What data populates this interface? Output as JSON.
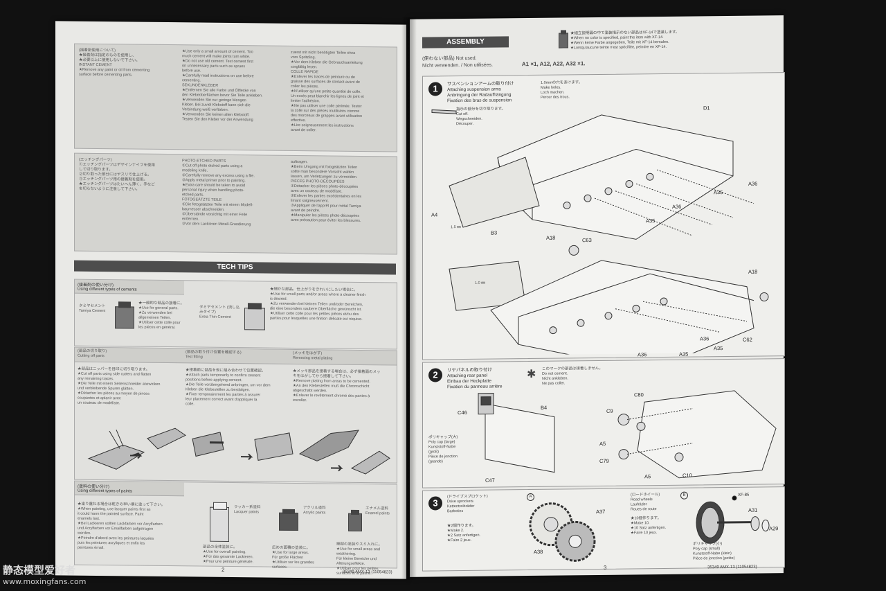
{
  "left_page": {
    "intro_heading": "INSTANT CEMENT",
    "intro_cols": [
      [
        "(接着剤使用について)",
        "★接着剤は指定のものを使用し、",
        "★必要以上に使用しないで下さい。",
        "INSTANT CEMENT",
        "★Remove any paint or oil from cementing",
        "surface before cementing parts."
      ],
      [
        "★Use only a small amount of cement. Too",
        "much cement will make joints turn white.",
        "★Do not use old cement. Test cement first",
        "on unnecessary parts such as sprues",
        "before use.",
        "★Carefully read instructions on use before",
        "cementing.",
        "SEKUNDENKLEBER",
        "★Entfernen Sie alle Farbe und Ölflecke von",
        "den Klebeoberflächen bevor Sie Teile ankleben.",
        "★Verwenden Sie nur geringe Mengen",
        "Kleber. Bei zuviel Klebstoff kann sich die",
        "Verbindung weiß verfärben.",
        "★Verwenden Sie keinen alten Klebstoff.",
        "Testen Sie den Kleber vor der Anwendung"
      ],
      [
        "zuerst mit nicht benötigten Teilen etwa",
        "vom Spritzling.",
        "★Vor dem Kleben die Gebrauchsanleitung",
        "sorgfältig lesen.",
        "COLLE RAPIDE",
        "★Enlever les traces de peinture ou de",
        "graisse des surfaces de contact avant de",
        "coller les pièces.",
        "★N'utiliser qu'une petite quantité de colle.",
        "Un excès peut blanchir les lignes de joint et",
        "limiter l'adhésion.",
        "★Ne pas utiliser une colle périmée. Tester",
        "la colle sur des pièces inutilisées comme",
        "des morceaux de grappes avant utilisation",
        "effective.",
        "★Lire soigneusement les instructions",
        "avant de coller."
      ]
    ],
    "etched_cols": [
      [
        "(エッチングパーツ)",
        "①エッチングパーツはデザインナイフを使用",
        "して切り取ります。",
        "②切り取った部分にはヤスリで仕上げる。",
        "③エッチングパーツ用の接着剤を使用。",
        "★エッチングパーツはたいへん薄く、手など",
        "を切らないように注意して下さい。"
      ],
      [
        "PHOTO-ETCHED PARTS",
        "①Cut off photo etched parts using a",
        "modeling knife.",
        "②Carefully remove any excess using a file.",
        "③Apply metal primer prior to painting.",
        "★Extra care should be taken to avoid",
        "personal injury when handling photo-",
        "etched parts.",
        "FOTOGEÄTZTE TEILE",
        "①Die fotogeätzten Teile mit einem Modell-",
        "baumesser abschneiden.",
        "②Überstände vorsichtig mit einer Feile",
        "entfernen.",
        "③Vor dem Lackieren Metall-Grundierung"
      ],
      [
        "auftragen.",
        "★Beim Umgang mit fotogeätzten Teilen",
        "sollte man besondere Vorsicht walten",
        "lassen, um Verletzungen zu vermeiden.",
        "PIÈCES PHOTO-DÉCOUPÉES",
        "①Détacher les pièces photo-découpées",
        "avec un couteau de modéliste.",
        "②Enlever les parties excédentaires en les",
        "limant soigneusement.",
        "③Appliquer de l'apprêt pour métal Tamiya",
        "avant de peindre.",
        "★Manipuler les pièces photo-découpées",
        "avec précaution pour éviter les blessures."
      ]
    ],
    "tech_tips_title": "TECH TIPS",
    "cements": {
      "title_jp": "(接着剤の使い分け)",
      "title_en": "Using different types of cements",
      "cement1_jp": "タミヤセメント",
      "cement1_en": "Tamiya Cement",
      "cement1_notes": [
        "★一般的な部品の接着に。",
        "★Use for general parts.",
        "★Zu verwenden bei",
        "allgemeinen Teilen.",
        "★Utiliser cette colle pour",
        "les pièces en général."
      ],
      "cement2_jp": "タミヤセメント (流し込みタイプ)",
      "cement2_en": "Extra Thin Cement",
      "cement2_notes": [
        "★細かな部品、仕上がりをきれいにしたい場合に。",
        "★Use for small parts and/or areas where a cleaner finish",
        "is desired.",
        "★Zu verwenden bei kleinen Teilen und/oder Bereichen,",
        "die eine besonders saubere Oberfläche gewünscht ist.",
        "★Utiliser cette colle pour les petites pièces et/ou des",
        "parties pour lesquelles une finition délicate est requise."
      ]
    },
    "tips_row": [
      {
        "jp": "(部品の切り取り)",
        "en": "Cutting off parts"
      },
      {
        "jp": "(部品の取り付け位置を確認する)",
        "en": "Test fitting"
      },
      {
        "jp": "(メッキをはがす)",
        "en": "Removing metal plating"
      }
    ],
    "tips_notes": [
      [
        "★部品はニッパーを目印に切り取ります。",
        "★Cut off parts using side cutters and flatten",
        "any remaining traces.",
        "★Die Teile mit einem Seitenschneider abzwicken",
        "und verbleibende Spuren glätten.",
        "★Détacher les pièces au moyen de pinces",
        "coupantes et aplanir avec",
        "un couteau de modéliste."
      ],
      [
        "★接着前に部品を仮に組み合わせて位置確認。",
        "★Attach parts temporarily to confirm cement",
        "positions before applying cement.",
        "★Die Teile vorübergehend anbringen, um vor dem",
        "Kleben die Klebestellen zu bestätigen.",
        "★Fixer temporairement les parties à assurer",
        "leur placement correct avant d'appliquer la",
        "colle."
      ],
      [
        "★メッキ部品を接着する場合は、必ず接着面のメッ",
        "キをはがしてから接着して下さい。",
        "★Remove plating from areas to be cemented.",
        "★An den Klebestellen muß die Chromschicht",
        "abgeschabt werden.",
        "★Enlever le revêtement chromé des parties à",
        "encoller."
      ]
    ],
    "paints": {
      "title_jp": "(塗料の使い分け)",
      "title_en": "Using different types of paints",
      "lacquer_jp": "ラッカー系塗料",
      "lacquer_en": "Lacquer paints",
      "acrylic_jp": "アクリル塗料",
      "acrylic_en": "Acrylic paints",
      "enamel_jp": "エナメル塗料",
      "enamel_en": "Enamel paints",
      "notes_left": [
        "★塗り重ねる場合は乾きの早い順に塗って下さい。",
        "★When painting, use lacquer paints first as",
        "it could harm the painted surface. Paint",
        "enamels last.",
        "★Bei Lackieren sollten Lackfarben vor Acrylfarben",
        "und Acrylfarben vor Emailfarben aufgetragen",
        "werden.",
        "★Peindre d'abord avec les peintures laquées",
        "puis les peintures acryliques et enfin les",
        "peintures émail."
      ],
      "lacquer_notes": [
        "部品の全体塗装に。",
        "★Use for overall painting.",
        "★Für das gesamte Lackieren.",
        "★Pour une peinture générale."
      ],
      "acrylic_notes": [
        "広めの面積の塗装に。",
        "★Use for large areas.",
        "Für große Flächen",
        "★Utiliser sur les grandes",
        "surfaces."
      ],
      "enamel_notes": [
        "細部の塗装やスミ入れに。",
        "★Use for small areas and",
        "weathering.",
        "Für kleine Bereiche und",
        "Alterungseffekte.",
        "★Utiliser pour les petites",
        "surfaces et la patine."
      ]
    },
    "page_number": "2",
    "footer_code": "35349 AMX-13 (11054823)"
  },
  "right_page": {
    "assembly_title": "ASSEMBLY",
    "paint_note": [
      "★組立説明図の中で塗装指示のない部品はXF-14で塗装します。",
      "★When no color is specified, paint the item with XF-14.",
      "★Wenn keine Farbe angegeben, Teile mit XF-14 bemalen.",
      "★Lorsqu'aucune teinte n'est spécifiée, peindre en XF-14."
    ],
    "not_used_jp": "(使わない部品)",
    "not_used_en": "Not used.",
    "not_used_de": "Nicht verwenden. / Non utilisées.",
    "not_used_parts": "A1 ×1, A12, A22, A32 ×1.",
    "step1": {
      "num": "1",
      "title": [
        "サスペンションアームの取り付け",
        "Attaching suspension arms",
        "Anbringung der Radaufhängung",
        "Fixation des bras de suspension"
      ],
      "hole_note": [
        "1.0mmの穴をあけます。",
        "Make holes.",
        "Loch machen.",
        "Percer des trous."
      ],
      "cutoff_note": [
        "指示の部分を切り取ります。",
        "Cut off.",
        "Wegschneiden.",
        "Découper."
      ],
      "drill_a": "1.5 ㎜",
      "drill_b": "1.0 ㎜",
      "labels": [
        "D1",
        "A36",
        "A35",
        "A36",
        "A4",
        "B3",
        "A18",
        "C63",
        "A35",
        "A18",
        "A36",
        "C62",
        "A35",
        "A36",
        "A35"
      ]
    },
    "step2": {
      "num": "2",
      "title": [
        "リヤパネルの取り付け",
        "Attaching rear panel",
        "Einbau der Heckplatte",
        "Fixation du panneau arrière"
      ],
      "no_cement": [
        "このマークの部品は接着しません。",
        "Do not cement.",
        "Nicht ankleben.",
        "Ne pas coller."
      ],
      "polycap": [
        "ポリキャップ(大)",
        "Poly cap (large)",
        "Kunststoff-Nabe",
        "(groß)",
        "Pièce de jonction",
        "(grande)"
      ],
      "labels": [
        "C46",
        "B4",
        "C9",
        "C80",
        "A5",
        "C79",
        "A5",
        "C10",
        "C47"
      ]
    },
    "step3": {
      "num": "3",
      "title_a": [
        "(ドライブスプロケット)",
        "Drive sprockets",
        "Kettentreibräder",
        "Barbotins"
      ],
      "qty_a": [
        "★2個作ります。",
        "★Make 2.",
        "★2 Satz anfertigen.",
        "★Faire 2 jeux."
      ],
      "badge_a": "A",
      "title_b": [
        "(ロードホイール)",
        "Road wheels",
        "Laufräder",
        "Roues de route"
      ],
      "qty_b": [
        "★10個作ります。",
        "★Make 10.",
        "★10 Satz anfertigen.",
        "★Faire 10 jeux."
      ],
      "badge_b": "B",
      "polycap_small": [
        "ポリキャップ(小)",
        "Poly cap (small)",
        "Kunststoff-Nabe (klein)",
        "Pièce de jonction (petite)"
      ],
      "labels": [
        "A37",
        "A38",
        "XF-85",
        "A31",
        "A29"
      ]
    },
    "page_number": "3",
    "footer_code": "35349 AMX-13 (11054823)"
  },
  "watermark": {
    "title": "静态模型爱好者",
    "url": "www.moxingfans.com"
  },
  "colors": {
    "page": "#e9e9e6",
    "bar": "#4d4d4d",
    "background": "#111111"
  }
}
